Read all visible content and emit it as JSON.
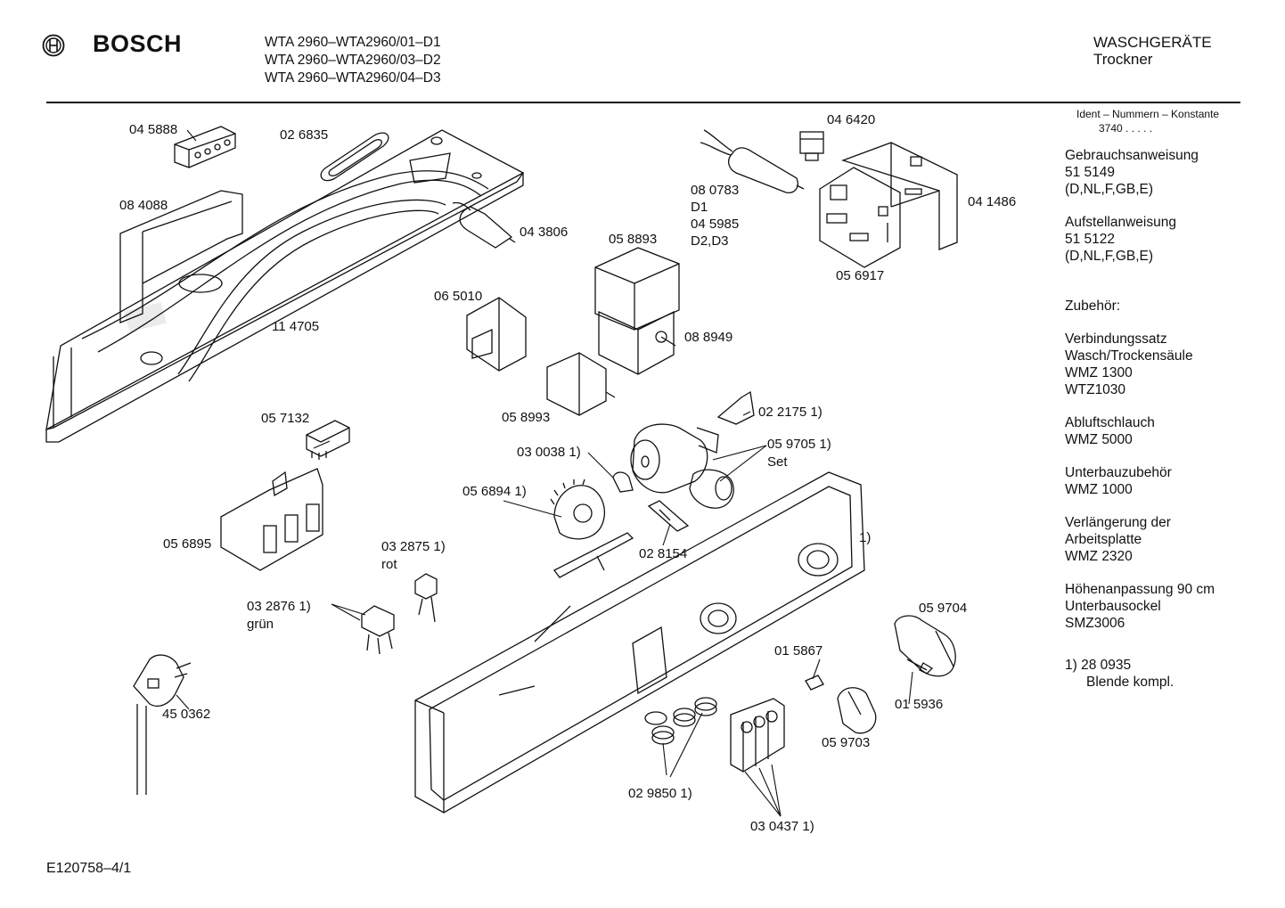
{
  "header": {
    "brand": "BOSCH",
    "models": [
      "WTA 2960–WTA2960/01–D1",
      "WTA 2960–WTA2960/03–D2",
      "WTA 2960–WTA2960/04–D3"
    ],
    "category": "WASCHGERÄTE",
    "subcategory": "Trockner"
  },
  "ident": {
    "heading": "Ident – Nummern – Konstante",
    "value": "3740 . . . . ."
  },
  "sidebar": {
    "blocks": [
      [
        "Gebrauchsanweisung",
        "51 5149",
        "(D,NL,F,GB,E)"
      ],
      [
        "Aufstellanweisung",
        "51 5122",
        "(D,NL,F,GB,E)"
      ],
      [
        "Zubehör:"
      ],
      [
        "Verbindungssatz",
        "Wasch/Trockensäule",
        "WMZ 1300",
        "WTZ1030"
      ],
      [
        "Abluftschlauch",
        "WMZ 5000"
      ],
      [
        "Unterbauzubehör",
        "WMZ 1000"
      ],
      [
        "Verlängerung der",
        "Arbeitsplatte",
        "WMZ 2320"
      ],
      [
        "Höhenanpassung 90 cm",
        "Unterbausockel",
        "SMZ3006"
      ]
    ],
    "footnote": [
      "1)  28 0935",
      "Blende kompl."
    ]
  },
  "parts": [
    {
      "id": "045888",
      "label": "04 5888"
    },
    {
      "id": "026835",
      "label": "02 6835"
    },
    {
      "id": "084088",
      "label": "08 4088"
    },
    {
      "id": "114705",
      "label": "11 4705"
    },
    {
      "id": "043806",
      "label": "04 3806"
    },
    {
      "id": "046420",
      "label": "04 6420"
    },
    {
      "id": "080783",
      "label": "08 0783"
    },
    {
      "id": "d1",
      "label": "D1"
    },
    {
      "id": "045985",
      "label": "04 5985"
    },
    {
      "id": "d2d3",
      "label": "D2,D3"
    },
    {
      "id": "041486",
      "label": "04 1486"
    },
    {
      "id": "056917",
      "label": "05 6917"
    },
    {
      "id": "058893",
      "label": "05 8893"
    },
    {
      "id": "088949",
      "label": "08 8949"
    },
    {
      "id": "065010",
      "label": "06 5010"
    },
    {
      "id": "058993",
      "label": "05 8993"
    },
    {
      "id": "022175",
      "label": "02 2175 1)"
    },
    {
      "id": "059705",
      "label": "05 9705 1)"
    },
    {
      "id": "set",
      "label": "Set"
    },
    {
      "id": "030038",
      "label": "03 0038 1)"
    },
    {
      "id": "056894",
      "label": "05 6894 1)"
    },
    {
      "id": "057132",
      "label": "05 7132"
    },
    {
      "id": "056895",
      "label": "05 6895"
    },
    {
      "id": "028154",
      "label": "02 8154"
    },
    {
      "id": "032875",
      "label": "03 2875 1)"
    },
    {
      "id": "rot",
      "label": "rot"
    },
    {
      "id": "032876",
      "label": "03 2876 1)"
    },
    {
      "id": "gruen",
      "label": "grün"
    },
    {
      "id": "panel",
      "label": "1)"
    },
    {
      "id": "059704",
      "label": "05 9704"
    },
    {
      "id": "015867",
      "label": "01 5867"
    },
    {
      "id": "015936",
      "label": "01 5936"
    },
    {
      "id": "059703",
      "label": "05 9703"
    },
    {
      "id": "450362",
      "label": "45 0362"
    },
    {
      "id": "029850",
      "label": "02 9850 1)"
    },
    {
      "id": "030437",
      "label": "03 0437 1)"
    }
  ],
  "footer": {
    "code": "E120758–4/1"
  }
}
